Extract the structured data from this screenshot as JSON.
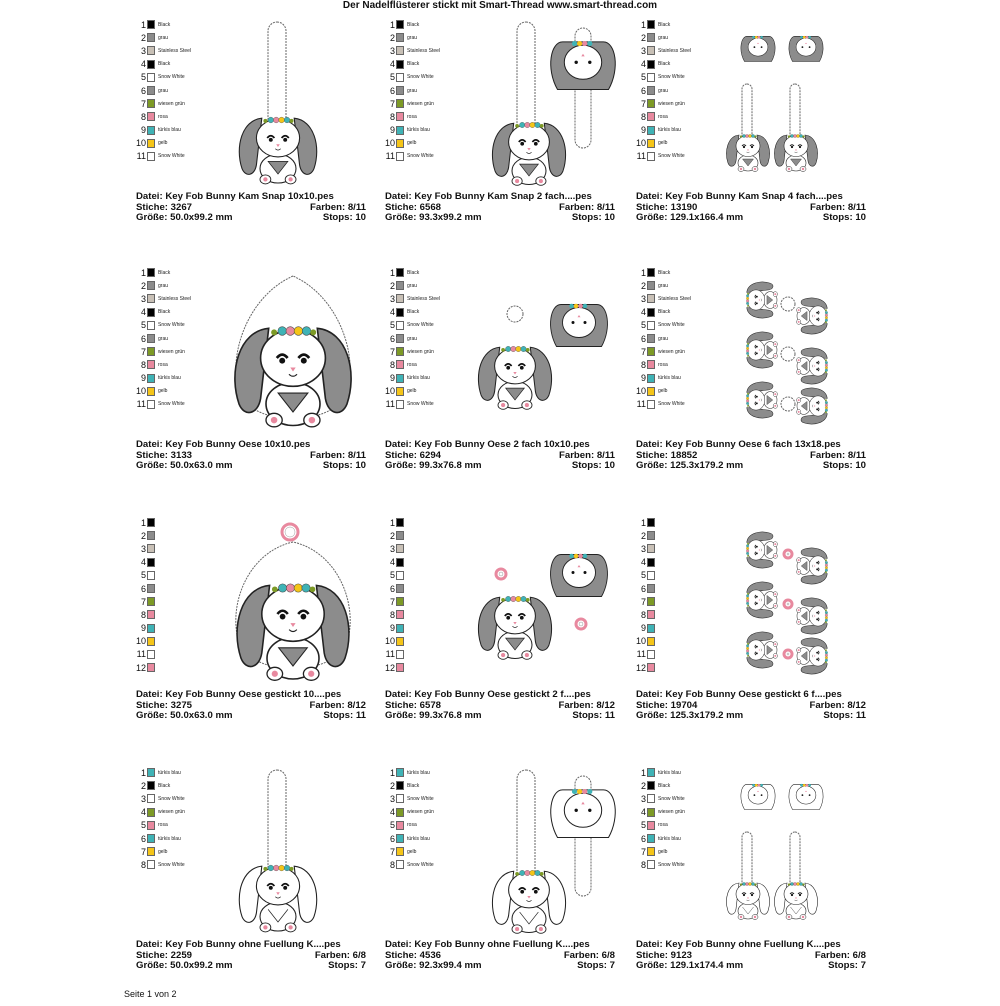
{
  "header": "Der Nadelflüsterer stickt mit Smart-Thread     www.smart-thread.com",
  "footer": "Seite 1 von 2",
  "colors": {
    "black": "#000000",
    "grau": "#8c8c8c",
    "steel": "#c8c0b6",
    "white": "#ffffff",
    "green": "#7d9a25",
    "rosa": "#e8899f",
    "tuerkis": "#3fb3b6",
    "gelb": "#f5c518"
  },
  "cells": [
    {
      "file": "Datei: Key Fob Bunny Kam Snap 10x10.pes",
      "stitches": "Stiche: 3267",
      "colors_count": "Farben: 8/11",
      "size": "Größe: 50.0x99.2 mm",
      "stops": "Stops: 10",
      "palette": [
        {
          "n": "1",
          "c": "black",
          "name": "Black"
        },
        {
          "n": "2",
          "c": "grau",
          "name": "grau"
        },
        {
          "n": "3",
          "c": "steel",
          "name": "Stainless Steel"
        },
        {
          "n": "4",
          "c": "black",
          "name": "Black"
        },
        {
          "n": "5",
          "c": "white",
          "name": "Snow White"
        },
        {
          "n": "6",
          "c": "grau",
          "name": "grau"
        },
        {
          "n": "7",
          "c": "green",
          "name": "wiesen grün"
        },
        {
          "n": "8",
          "c": "rosa",
          "name": "rosa"
        },
        {
          "n": "9",
          "c": "tuerkis",
          "name": "türkis blau"
        },
        {
          "n": "10",
          "c": "gelb",
          "name": "gelb"
        },
        {
          "n": "11",
          "c": "white",
          "name": "Snow White"
        }
      ]
    },
    {
      "file": "Datei: Key Fob Bunny Kam Snap 2 fach....pes",
      "stitches": "Stiche: 6568",
      "colors_count": "Farben: 8/11",
      "size": "Größe: 93.3x99.2 mm",
      "stops": "Stops: 10",
      "palette": [
        {
          "n": "1",
          "c": "black",
          "name": "Black"
        },
        {
          "n": "2",
          "c": "grau",
          "name": "grau"
        },
        {
          "n": "3",
          "c": "steel",
          "name": "Stainless Steel"
        },
        {
          "n": "4",
          "c": "black",
          "name": "Black"
        },
        {
          "n": "5",
          "c": "white",
          "name": "Snow White"
        },
        {
          "n": "6",
          "c": "grau",
          "name": "grau"
        },
        {
          "n": "7",
          "c": "green",
          "name": "wiesen grün"
        },
        {
          "n": "8",
          "c": "rosa",
          "name": "rosa"
        },
        {
          "n": "9",
          "c": "tuerkis",
          "name": "türkis blau"
        },
        {
          "n": "10",
          "c": "gelb",
          "name": "gelb"
        },
        {
          "n": "11",
          "c": "white",
          "name": "Snow White"
        }
      ]
    },
    {
      "file": "Datei: Key Fob Bunny Kam Snap 4 fach....pes",
      "stitches": "Stiche: 13190",
      "colors_count": "Farben: 8/11",
      "size": "Größe: 129.1x166.4 mm",
      "stops": "Stops: 10",
      "palette": [
        {
          "n": "1",
          "c": "black",
          "name": "Black"
        },
        {
          "n": "2",
          "c": "grau",
          "name": "grau"
        },
        {
          "n": "3",
          "c": "steel",
          "name": "Stainless Steel"
        },
        {
          "n": "4",
          "c": "black",
          "name": "Black"
        },
        {
          "n": "5",
          "c": "white",
          "name": "Snow White"
        },
        {
          "n": "6",
          "c": "grau",
          "name": "grau"
        },
        {
          "n": "7",
          "c": "green",
          "name": "wiesen grün"
        },
        {
          "n": "8",
          "c": "rosa",
          "name": "rosa"
        },
        {
          "n": "9",
          "c": "tuerkis",
          "name": "türkis blau"
        },
        {
          "n": "10",
          "c": "gelb",
          "name": "gelb"
        },
        {
          "n": "11",
          "c": "white",
          "name": "Snow White"
        }
      ]
    },
    {
      "file": "Datei: Key Fob Bunny Oese 10x10.pes",
      "stitches": "Stiche: 3133",
      "colors_count": "Farben: 8/11",
      "size": "Größe: 50.0x63.0 mm",
      "stops": "Stops: 10",
      "palette": [
        {
          "n": "1",
          "c": "black",
          "name": "Black"
        },
        {
          "n": "2",
          "c": "grau",
          "name": "grau"
        },
        {
          "n": "3",
          "c": "steel",
          "name": "Stainless Steel"
        },
        {
          "n": "4",
          "c": "black",
          "name": "Black"
        },
        {
          "n": "5",
          "c": "white",
          "name": "Snow White"
        },
        {
          "n": "6",
          "c": "grau",
          "name": "grau"
        },
        {
          "n": "7",
          "c": "green",
          "name": "wiesen grün"
        },
        {
          "n": "8",
          "c": "rosa",
          "name": "rosa"
        },
        {
          "n": "9",
          "c": "tuerkis",
          "name": "türkis blau"
        },
        {
          "n": "10",
          "c": "gelb",
          "name": "gelb"
        },
        {
          "n": "11",
          "c": "white",
          "name": "Snow White"
        }
      ]
    },
    {
      "file": "Datei: Key Fob Bunny Oese 2 fach 10x10.pes",
      "stitches": "Stiche: 6294",
      "colors_count": "Farben: 8/11",
      "size": "Größe: 99.3x76.8 mm",
      "stops": "Stops: 10",
      "palette": [
        {
          "n": "1",
          "c": "black",
          "name": "Black"
        },
        {
          "n": "2",
          "c": "grau",
          "name": "grau"
        },
        {
          "n": "3",
          "c": "steel",
          "name": "Stainless Steel"
        },
        {
          "n": "4",
          "c": "black",
          "name": "Black"
        },
        {
          "n": "5",
          "c": "white",
          "name": "Snow White"
        },
        {
          "n": "6",
          "c": "grau",
          "name": "grau"
        },
        {
          "n": "7",
          "c": "green",
          "name": "wiesen grün"
        },
        {
          "n": "8",
          "c": "rosa",
          "name": "rosa"
        },
        {
          "n": "9",
          "c": "tuerkis",
          "name": "türkis blau"
        },
        {
          "n": "10",
          "c": "gelb",
          "name": "gelb"
        },
        {
          "n": "11",
          "c": "white",
          "name": "Snow White"
        }
      ]
    },
    {
      "file": "Datei: Key Fob Bunny Oese 6 fach 13x18.pes",
      "stitches": "Stiche: 18852",
      "colors_count": "Farben: 8/11",
      "size": "Größe: 125.3x179.2 mm",
      "stops": "Stops: 10",
      "palette": [
        {
          "n": "1",
          "c": "black",
          "name": "Black"
        },
        {
          "n": "2",
          "c": "grau",
          "name": "grau"
        },
        {
          "n": "3",
          "c": "steel",
          "name": "Stainless Steel"
        },
        {
          "n": "4",
          "c": "black",
          "name": "Black"
        },
        {
          "n": "5",
          "c": "white",
          "name": "Snow White"
        },
        {
          "n": "6",
          "c": "grau",
          "name": "grau"
        },
        {
          "n": "7",
          "c": "green",
          "name": "wiesen grün"
        },
        {
          "n": "8",
          "c": "rosa",
          "name": "rosa"
        },
        {
          "n": "9",
          "c": "tuerkis",
          "name": "türkis blau"
        },
        {
          "n": "10",
          "c": "gelb",
          "name": "gelb"
        },
        {
          "n": "11",
          "c": "white",
          "name": "Snow White"
        }
      ]
    },
    {
      "file": "Datei: Key Fob Bunny Oese gestickt 10....pes",
      "stitches": "Stiche: 3275",
      "colors_count": "Farben: 8/12",
      "size": "Größe: 50.0x63.0 mm",
      "stops": "Stops: 11",
      "palette": [
        {
          "n": "1",
          "c": "black",
          "name": ""
        },
        {
          "n": "2",
          "c": "grau",
          "name": ""
        },
        {
          "n": "3",
          "c": "steel",
          "name": ""
        },
        {
          "n": "4",
          "c": "black",
          "name": ""
        },
        {
          "n": "5",
          "c": "white",
          "name": ""
        },
        {
          "n": "6",
          "c": "grau",
          "name": ""
        },
        {
          "n": "7",
          "c": "green",
          "name": ""
        },
        {
          "n": "8",
          "c": "rosa",
          "name": ""
        },
        {
          "n": "9",
          "c": "tuerkis",
          "name": ""
        },
        {
          "n": "10",
          "c": "gelb",
          "name": ""
        },
        {
          "n": "11",
          "c": "white",
          "name": ""
        },
        {
          "n": "12",
          "c": "rosa",
          "name": ""
        }
      ]
    },
    {
      "file": "Datei: Key Fob Bunny Oese gestickt 2 f....pes",
      "stitches": "Stiche: 6578",
      "colors_count": "Farben: 8/12",
      "size": "Größe: 99.3x76.8 mm",
      "stops": "Stops: 11",
      "palette": [
        {
          "n": "1",
          "c": "black",
          "name": ""
        },
        {
          "n": "2",
          "c": "grau",
          "name": ""
        },
        {
          "n": "3",
          "c": "steel",
          "name": ""
        },
        {
          "n": "4",
          "c": "black",
          "name": ""
        },
        {
          "n": "5",
          "c": "white",
          "name": ""
        },
        {
          "n": "6",
          "c": "grau",
          "name": ""
        },
        {
          "n": "7",
          "c": "green",
          "name": ""
        },
        {
          "n": "8",
          "c": "rosa",
          "name": ""
        },
        {
          "n": "9",
          "c": "tuerkis",
          "name": ""
        },
        {
          "n": "10",
          "c": "gelb",
          "name": ""
        },
        {
          "n": "11",
          "c": "white",
          "name": ""
        },
        {
          "n": "12",
          "c": "rosa",
          "name": ""
        }
      ]
    },
    {
      "file": "Datei: Key Fob Bunny Oese gestickt 6 f....pes",
      "stitches": "Stiche: 19704",
      "colors_count": "Farben: 8/12",
      "size": "Größe: 125.3x179.2 mm",
      "stops": "Stops: 11",
      "palette": [
        {
          "n": "1",
          "c": "black",
          "name": ""
        },
        {
          "n": "2",
          "c": "grau",
          "name": ""
        },
        {
          "n": "3",
          "c": "steel",
          "name": ""
        },
        {
          "n": "4",
          "c": "black",
          "name": ""
        },
        {
          "n": "5",
          "c": "white",
          "name": ""
        },
        {
          "n": "6",
          "c": "grau",
          "name": ""
        },
        {
          "n": "7",
          "c": "green",
          "name": ""
        },
        {
          "n": "8",
          "c": "rosa",
          "name": ""
        },
        {
          "n": "9",
          "c": "tuerkis",
          "name": ""
        },
        {
          "n": "10",
          "c": "gelb",
          "name": ""
        },
        {
          "n": "11",
          "c": "white",
          "name": ""
        },
        {
          "n": "12",
          "c": "rosa",
          "name": ""
        }
      ]
    },
    {
      "file": "Datei: Key Fob Bunny ohne Fuellung K....pes",
      "stitches": "Stiche: 2259",
      "colors_count": "Farben: 6/8",
      "size": "Größe: 50.0x99.2 mm",
      "stops": "Stops: 7",
      "palette": [
        {
          "n": "1",
          "c": "tuerkis",
          "name": "türkis blau"
        },
        {
          "n": "2",
          "c": "black",
          "name": "Black"
        },
        {
          "n": "3",
          "c": "white",
          "name": "Snow White"
        },
        {
          "n": "4",
          "c": "green",
          "name": "wiesen grün"
        },
        {
          "n": "5",
          "c": "rosa",
          "name": "rosa"
        },
        {
          "n": "6",
          "c": "tuerkis",
          "name": "türkis blau"
        },
        {
          "n": "7",
          "c": "gelb",
          "name": "gelb"
        },
        {
          "n": "8",
          "c": "white",
          "name": "Snow White"
        }
      ]
    },
    {
      "file": "Datei: Key Fob Bunny ohne Fuellung K....pes",
      "stitches": "Stiche: 4536",
      "colors_count": "Farben: 6/8",
      "size": "Größe: 92.3x99.4 mm",
      "stops": "Stops: 7",
      "palette": [
        {
          "n": "1",
          "c": "tuerkis",
          "name": "türkis blau"
        },
        {
          "n": "2",
          "c": "black",
          "name": "Black"
        },
        {
          "n": "3",
          "c": "white",
          "name": "Snow White"
        },
        {
          "n": "4",
          "c": "green",
          "name": "wiesen grün"
        },
        {
          "n": "5",
          "c": "rosa",
          "name": "rosa"
        },
        {
          "n": "6",
          "c": "tuerkis",
          "name": "türkis blau"
        },
        {
          "n": "7",
          "c": "gelb",
          "name": "gelb"
        },
        {
          "n": "8",
          "c": "white",
          "name": "Snow White"
        }
      ]
    },
    {
      "file": "Datei: Key Fob Bunny ohne Fuellung K....pes",
      "stitches": "Stiche: 9123",
      "colors_count": "Farben: 6/8",
      "size": "Größe: 129.1x174.4 mm",
      "stops": "Stops: 7",
      "palette": [
        {
          "n": "1",
          "c": "tuerkis",
          "name": "türkis blau"
        },
        {
          "n": "2",
          "c": "black",
          "name": "Black"
        },
        {
          "n": "3",
          "c": "white",
          "name": "Snow White"
        },
        {
          "n": "4",
          "c": "green",
          "name": "wiesen grün"
        },
        {
          "n": "5",
          "c": "rosa",
          "name": "rosa"
        },
        {
          "n": "6",
          "c": "tuerkis",
          "name": "türkis blau"
        },
        {
          "n": "7",
          "c": "gelb",
          "name": "gelb"
        },
        {
          "n": "8",
          "c": "white",
          "name": "Snow White"
        }
      ]
    }
  ]
}
